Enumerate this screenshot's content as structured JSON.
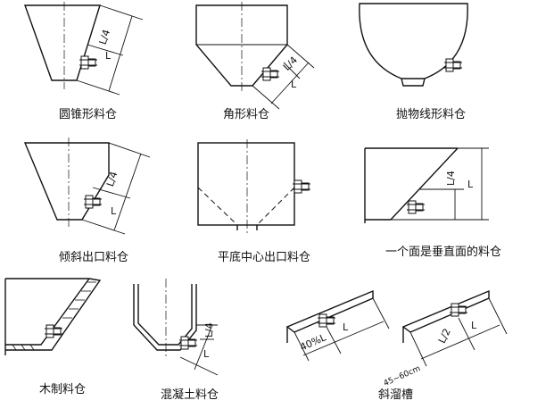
{
  "diagrams": [
    {
      "caption": "圆锥形料仓",
      "dims": [
        "L/4",
        "L"
      ]
    },
    {
      "caption": "角形料仓",
      "dims": [
        "L/4",
        "L"
      ]
    },
    {
      "caption": "抛物线形料仓"
    },
    {
      "caption": "倾斜出口料仓",
      "dims": [
        "L/4",
        "L"
      ]
    },
    {
      "caption": "平底中心出口料仓"
    },
    {
      "caption": "一个面是垂直面的料仓",
      "dims": [
        "L/4",
        "L"
      ]
    },
    {
      "caption": "木制料仓"
    },
    {
      "caption": "混凝土料仓",
      "dims": [
        "L/4",
        "L"
      ]
    },
    {
      "caption": "斜溜槽",
      "dims": [
        "40%L",
        "L",
        "L/2",
        "L",
        "45~60cm"
      ]
    }
  ]
}
